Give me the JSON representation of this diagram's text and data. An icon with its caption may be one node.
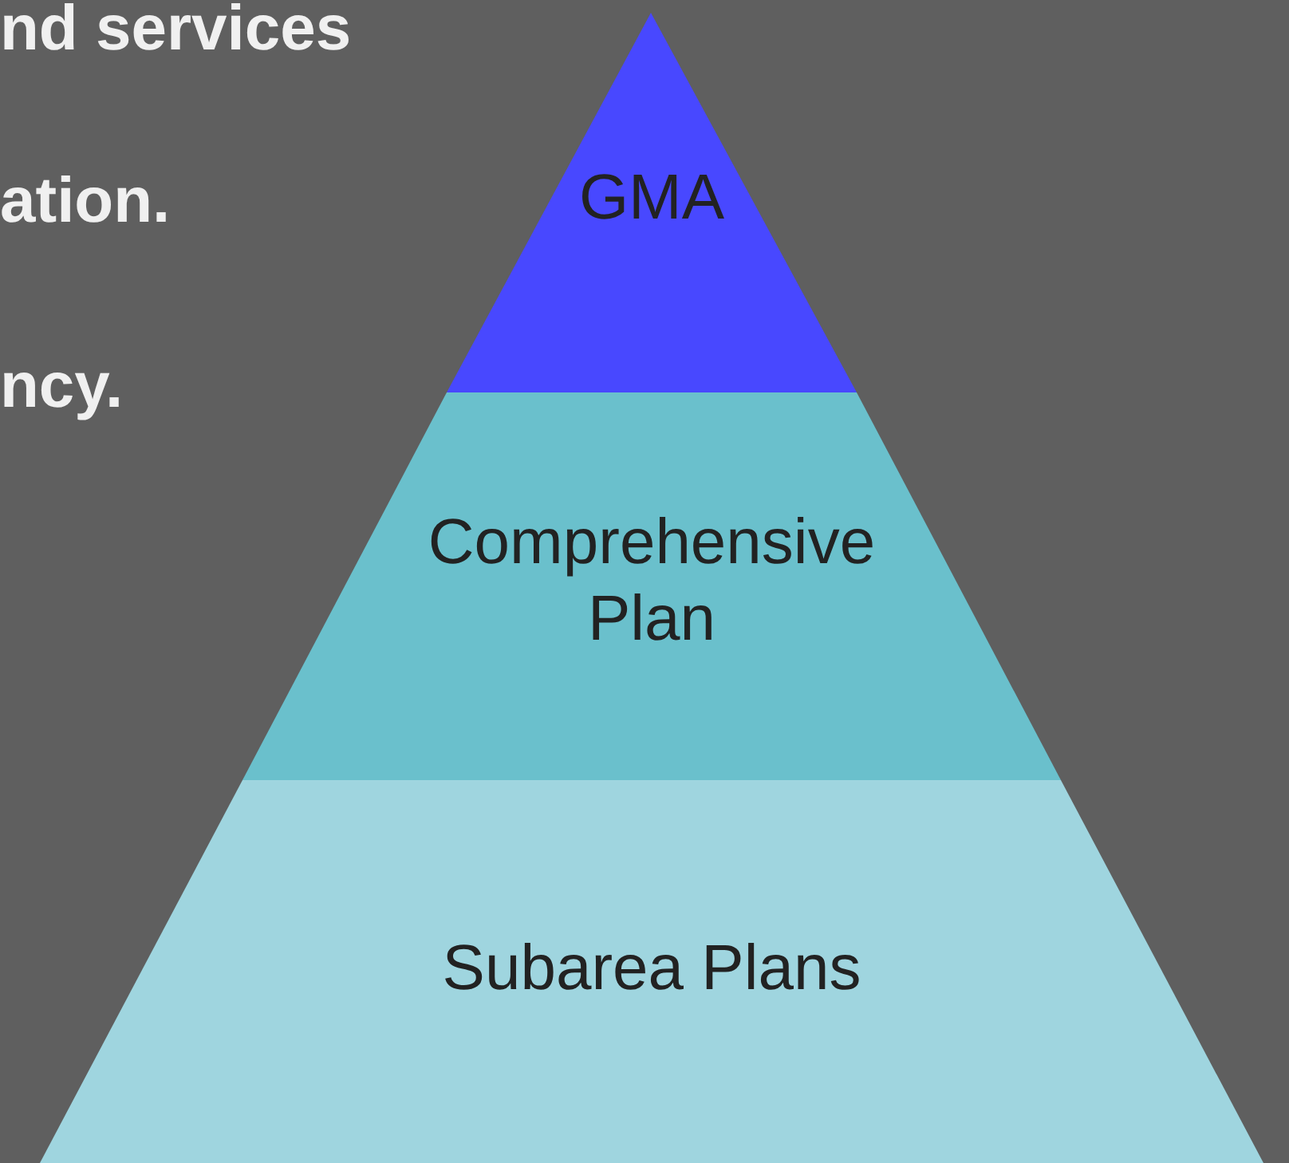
{
  "diagram": {
    "nodes": [
      {
        "text": [
          "GMA"
        ]
      },
      {
        "text": [
          "Comprehensive Plan"
        ]
      },
      {
        "text": [
          "Subarea Plans"
        ]
      }
    ],
    "labels": [
      "nd services",
      "ation.",
      "ncy."
    ]
  }
}
